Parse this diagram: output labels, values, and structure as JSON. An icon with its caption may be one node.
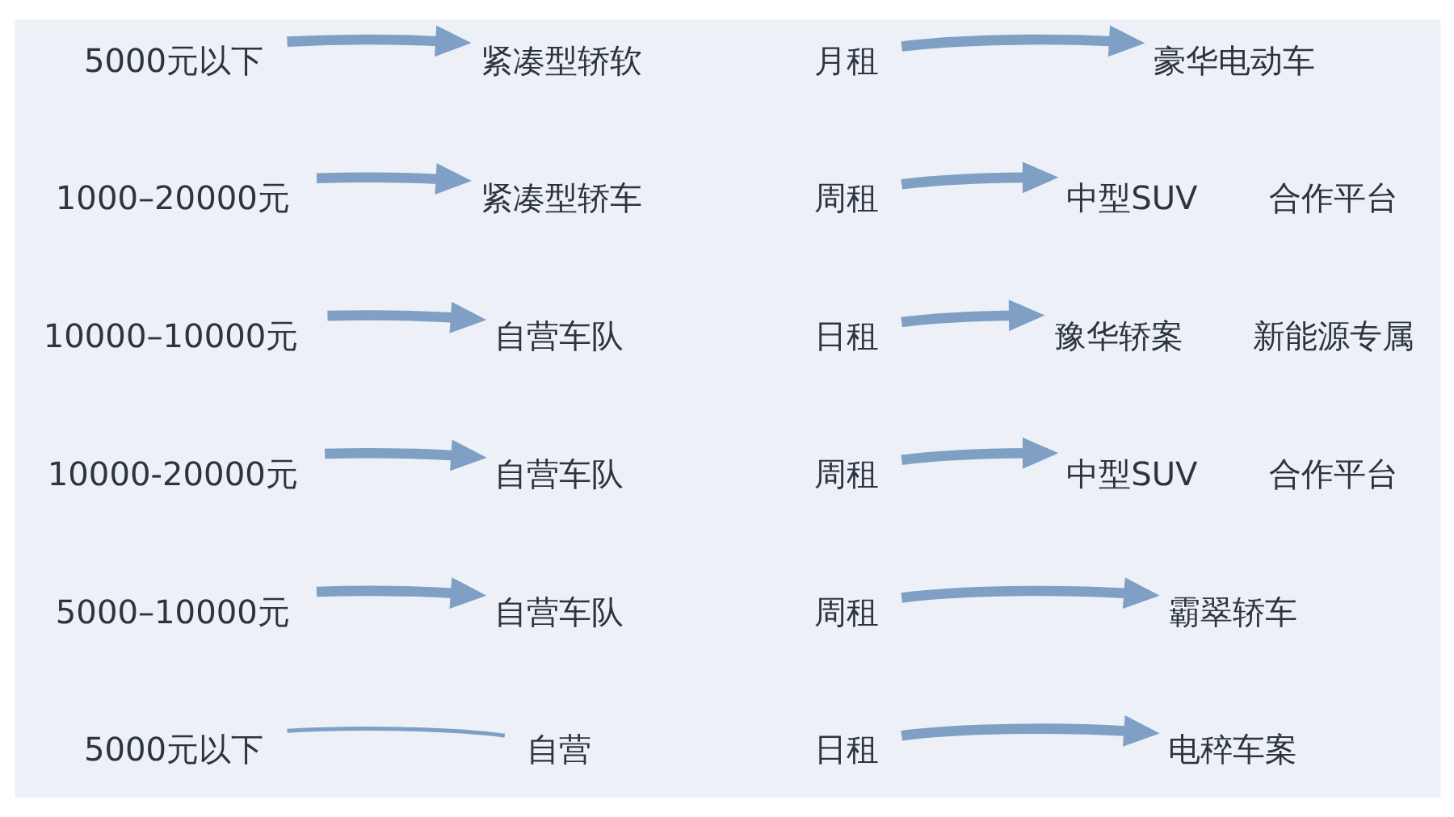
{
  "diagram": {
    "nodes": [
      {
        "text": [
          "5000元以下"
        ]
      },
      {
        "text": [
          "自营"
        ]
      },
      {
        "text": [
          "日租"
        ]
      },
      {
        "text": [
          "电稡车案"
        ]
      },
      {
        "text": [
          "5000–10000元"
        ]
      },
      {
        "text": [
          "自营车队"
        ]
      },
      {
        "text": [
          "周租"
        ]
      },
      {
        "text": [
          "霸翠轿车"
        ]
      },
      {
        "text": [
          "10000-20000元"
        ]
      },
      {
        "text": [
          "自营车队"
        ]
      },
      {
        "text": [
          "周租"
        ]
      },
      {
        "text": [
          "中型SUV"
        ],
        "beside": [
          "合作平台"
        ]
      },
      {
        "text": [
          "10000–10000元"
        ]
      },
      {
        "text": [
          "自营车队"
        ]
      },
      {
        "text": [
          "日租"
        ]
      },
      {
        "text": [
          "豫华轿案"
        ],
        "beside": [
          "新能源专属"
        ]
      },
      {
        "text": [
          "1000–20000元"
        ]
      },
      {
        "text": [
          "紧凑型轿车"
        ]
      },
      {
        "text": [
          "周租"
        ]
      },
      {
        "text": [
          "中型SUV"
        ],
        "beside": [
          "合作平台"
        ]
      },
      {
        "text": [
          "5000元以下"
        ]
      },
      {
        "text": [
          "紧凑型轿软"
        ]
      },
      {
        "text": [
          "月租"
        ]
      },
      {
        "text": [
          "豪华电动车"
        ]
      }
    ],
    "edges": [
      {
        "from": 0,
        "to": 1,
        "arrow": "none"
      },
      {
        "from": 2,
        "to": 3,
        "arrow": "to"
      },
      {
        "from": 4,
        "to": 5,
        "arrow": "to"
      },
      {
        "from": 6,
        "to": 7,
        "arrow": "to"
      },
      {
        "from": 8,
        "to": 9,
        "arrow": "to"
      },
      {
        "from": 10,
        "to": 11,
        "arrow": "to"
      },
      {
        "from": 12,
        "to": 13,
        "arrow": "to"
      },
      {
        "from": 14,
        "to": 15,
        "arrow": "to"
      },
      {
        "from": 16,
        "to": 17,
        "arrow": "to"
      },
      {
        "from": 18,
        "to": 19,
        "arrow": "to"
      },
      {
        "from": 20,
        "to": 21,
        "arrow": "to"
      },
      {
        "from": 22,
        "to": 23,
        "arrow": "to"
      }
    ]
  }
}
